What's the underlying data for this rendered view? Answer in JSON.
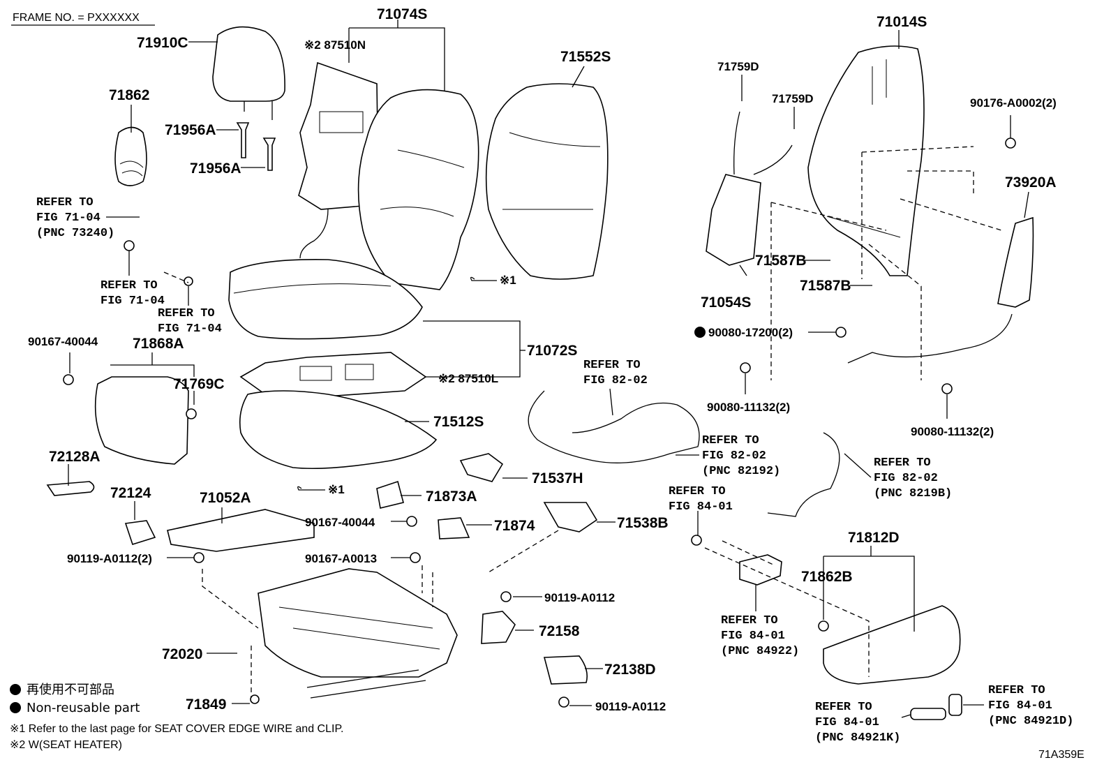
{
  "header": {
    "frame_no": "FRAME NO. = PXXXXXX"
  },
  "footer": {
    "diagram_code": "71A359E"
  },
  "legend": {
    "item_jp": "再使用不可部品",
    "item_en": "Non-reusable part",
    "note1": "※1 Refer to the last page for SEAT COVER EDGE WIRE and CLIP.",
    "note2": "※2 W(SEAT HEATER)"
  },
  "labels": {
    "p71910C": "71910C",
    "p71862": "71862",
    "p71956A_1": "71956A",
    "p71956A_2": "71956A",
    "p71074S": "71074S",
    "p87510N": "※2 87510N",
    "p71552S": "71552S",
    "p71759D_1": "71759D",
    "p71759D_2": "71759D",
    "p71014S": "71014S",
    "p90176": "90176-A0002(2)",
    "p73920A": "73920A",
    "p71587B_1": "71587B",
    "p71587B_2": "71587B",
    "p71054S": "71054S",
    "p90080_17200": "90080-17200(2)",
    "p90080_11132_1": "90080-11132(2)",
    "p90080_11132_2": "90080-11132(2)",
    "p71072S": "71072S",
    "p87510L": "※2 87510L",
    "p71512S": "71512S",
    "p90167_40044_1": "90167-40044",
    "p71868A": "71868A",
    "p71769C": "71769C",
    "p72128A": "72128A",
    "p72124": "72124",
    "p71052A": "71052A",
    "p90119_A0112_2": "90119-A0112(2)",
    "p71873A": "71873A",
    "p90167_40044_2": "90167-40044",
    "p71874": "71874",
    "p90167_A0013": "90167-A0013",
    "p71537H": "71537H",
    "p71538B": "71538B",
    "p90119_A0112_a": "90119-A0112",
    "p72158": "72158",
    "p72138D": "72138D",
    "p90119_A0112_b": "90119-A0112",
    "p72020": "72020",
    "p71849": "71849",
    "p71812D": "71812D",
    "p71862B": "71862B",
    "x1_a": "※1",
    "x1_b": "※1"
  },
  "refs": {
    "r1": [
      "REFER TO",
      "FIG 71-04",
      "(PNC 73240)"
    ],
    "r2": [
      "REFER TO",
      "FIG 71-04"
    ],
    "r3": [
      "REFER TO",
      "FIG 71-04"
    ],
    "r4": [
      "REFER TO",
      "FIG 82-02"
    ],
    "r5": [
      "REFER TO",
      "FIG 82-02",
      "(PNC 82192)"
    ],
    "r6": [
      "REFER TO",
      "FIG 82-02",
      "(PNC 8219B)"
    ],
    "r7": [
      "REFER TO",
      "FIG 84-01"
    ],
    "r8": [
      "REFER TO",
      "FIG 84-01",
      "(PNC 84922)"
    ],
    "r9": [
      "REFER TO",
      "FIG 84-01",
      "(PNC 84921K)"
    ],
    "r10": [
      "REFER TO",
      "FIG 84-01",
      "(PNC 84921D)"
    ]
  }
}
